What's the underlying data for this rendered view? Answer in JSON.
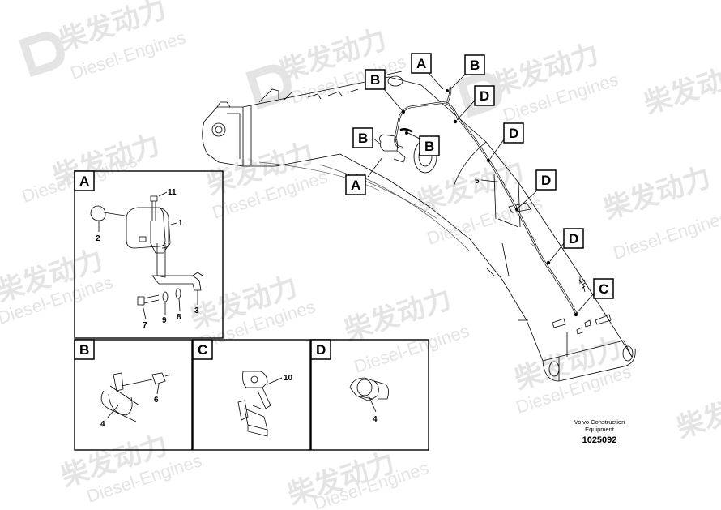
{
  "watermark": {
    "cn": "柴发动力",
    "en": "Diesel-Engines"
  },
  "callouts": {
    "a": "A",
    "b": "B",
    "c": "C",
    "d": "D"
  },
  "main_view": {
    "harness_number": "5"
  },
  "detail_a": {
    "title": "A",
    "labels": [
      "11",
      "1",
      "2",
      "7",
      "9",
      "8",
      "3"
    ]
  },
  "detail_b": {
    "title": "B",
    "labels": [
      "6",
      "4"
    ]
  },
  "detail_c": {
    "title": "C",
    "labels": [
      "10"
    ]
  },
  "detail_d": {
    "title": "D",
    "labels": [
      "4"
    ]
  },
  "caption": {
    "company_line1": "Volvo Construction",
    "company_line2": "Equipment",
    "drawing_number": "1025092"
  }
}
